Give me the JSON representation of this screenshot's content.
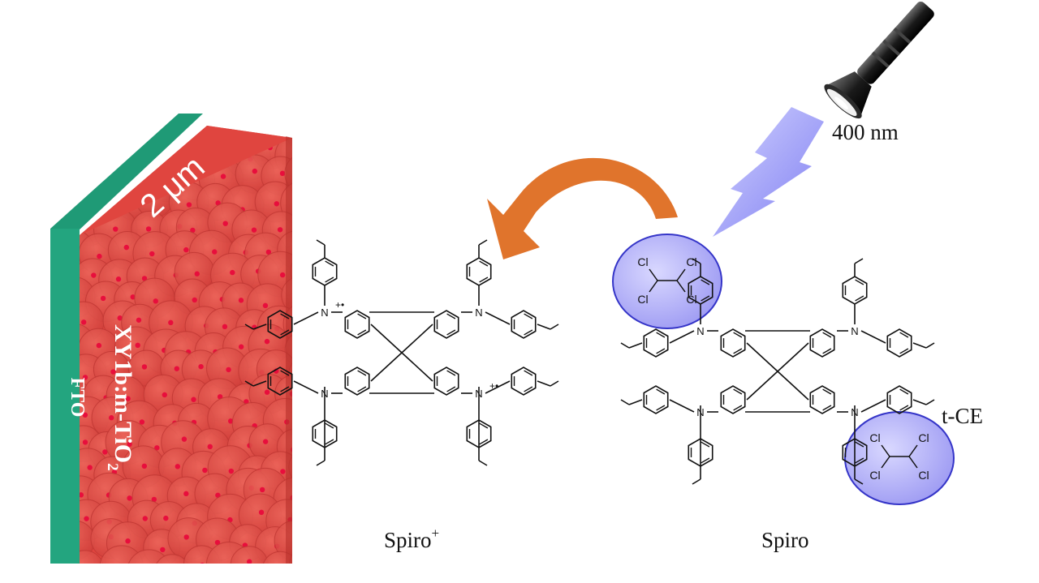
{
  "labels": {
    "fto": "FTO",
    "film_main": "XY1b:m-TiO",
    "film_sub": "2",
    "thickness": "2 μm",
    "wavelength": "400 nm",
    "spiro_plus_main": "Spiro",
    "spiro_plus_sup": "+",
    "spiro": "Spiro",
    "tce": "t-CE",
    "chlorine": "Cl",
    "radical_plus": "+•",
    "nitrogen": "N"
  },
  "colors": {
    "fto": "#23a57f",
    "film": "#e2443e",
    "film_back": "#d8423d",
    "particle": "#d8453f",
    "dot": "#e8003a",
    "arrow": "#e0742c",
    "lightning": "#8f8df2",
    "tce_bubble": "#a9a6f6",
    "tce_border": "#3535c8",
    "bond": "#111111"
  },
  "icons": [
    "flashlight-icon",
    "lightning-icon",
    "curved-arrow-icon"
  ]
}
